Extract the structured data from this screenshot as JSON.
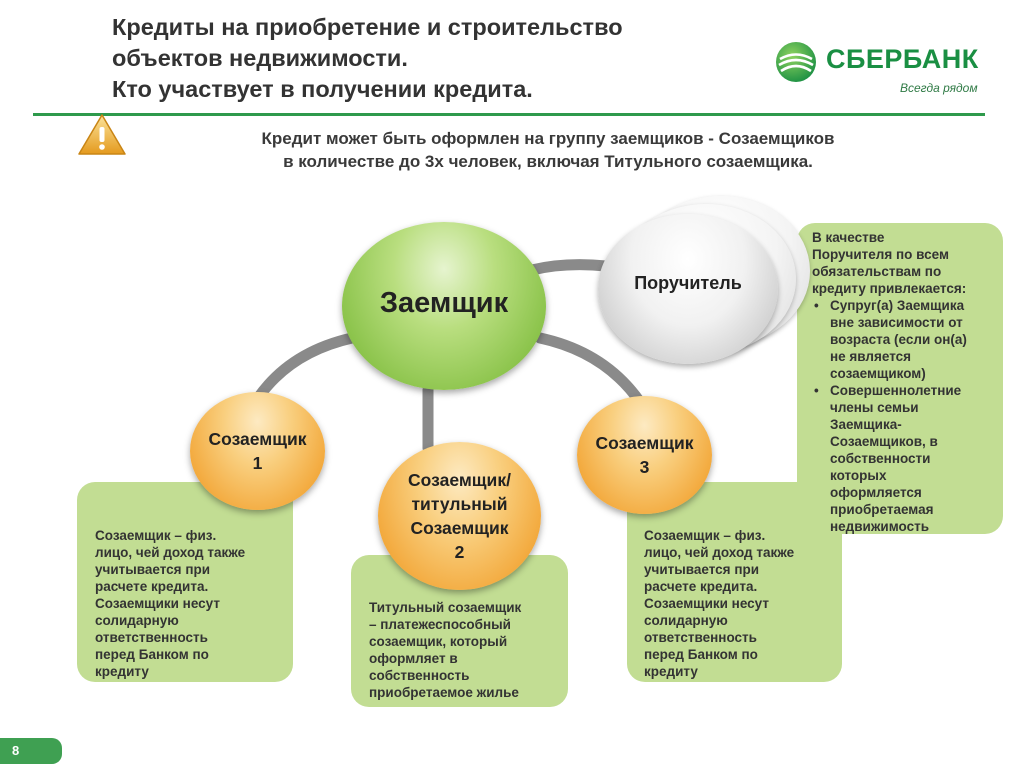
{
  "header": {
    "title_lines": [
      "Кредиты на приобретение и строительство",
      "объектов недвижимости.",
      "Кто участвует в получении кредита."
    ]
  },
  "logo": {
    "name": "СБЕРБАНК",
    "slogan": "Всегда рядом",
    "brand_color": "#1a8f43"
  },
  "notice": {
    "icon": "warning-triangle-icon",
    "lines": [
      "Кредит может быть оформлен на группу заемщиков - Созаемщиков",
      "в количестве до 3х человек, включая Титульного созаемщика."
    ]
  },
  "diagram": {
    "borrower": {
      "label": "Заемщик",
      "color": "#8cc44c"
    },
    "guarantor": {
      "label": "Поручитель",
      "description_title": "В качестве\nПоручителя по всем\nобязательствам по\nкредиту привлекается:",
      "items": [
        "Супруг(а) Заемщика\nвне зависимости от\nвозраста (если он(а)\nне является\nсозаемщиком)",
        "Совершеннолетние\nчлены семьи\nЗаемщика-\nСозаемщиков, в\nсобственности\nкоторых\nоформляется\nприобретаемая\nнедвижимость"
      ]
    },
    "co_borrower_1": {
      "label": "Созаемщик\n1",
      "description": "Созаемщик – физ.\nлицо, чей доход также\nучитывается при\nрасчете кредита.\nСозаемщики несут\nсолидарную\nответственность\nперед Банком по\nкредиту"
    },
    "co_borrower_2": {
      "label": "Созаемщик/\nтитульный\nСозаемщик\n2",
      "description": "Титульный созаемщик\n– платежеспособный\nсозаемщик, который\nоформляет в\nсобственность\nприобретаемое жилье"
    },
    "co_borrower_3": {
      "label": "Созаемщик\n3",
      "description": "Созаемщик – физ.\nлицо, чей доход также\nучитывается при\nрасчете кредита.\nСозаемщики несут\nсолидарную\nответственность\nперед Банком по\nкредиту"
    },
    "box_color": "#c2dd93",
    "co_borrower_color": "#f3ab40"
  },
  "footer": {
    "page_number": "8"
  }
}
